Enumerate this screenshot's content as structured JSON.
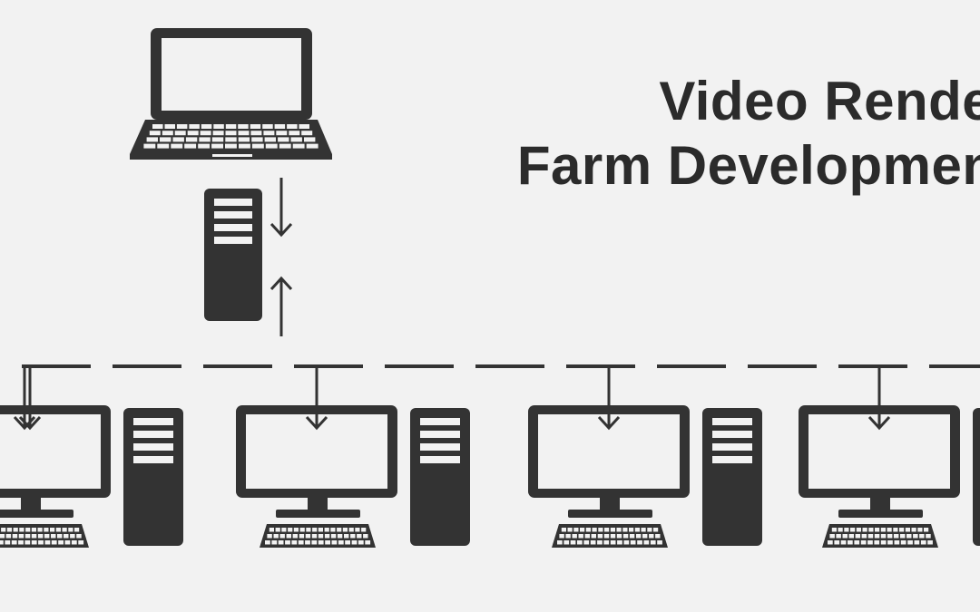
{
  "title": {
    "line1": "Video Render",
    "line2": "Farm Development"
  },
  "colors": {
    "icon": "#333333",
    "background": "#f2f2f2",
    "screen": "#f2f2f2",
    "text": "#2b2b2b"
  },
  "nodes": {
    "client": {
      "icon": "laptop-icon"
    },
    "manager": {
      "icon": "server-tower-icon"
    },
    "workers": [
      {
        "icon": "desktop-workstation-icon"
      },
      {
        "icon": "desktop-workstation-icon"
      },
      {
        "icon": "desktop-workstation-icon"
      },
      {
        "icon": "desktop-workstation-icon"
      }
    ]
  },
  "links": {
    "client_to_manager": "arrow-down-icon",
    "network_to_manager": "arrow-up-icon",
    "network": "dashed-network-line",
    "network_to_workers": "arrow-down-icon"
  }
}
